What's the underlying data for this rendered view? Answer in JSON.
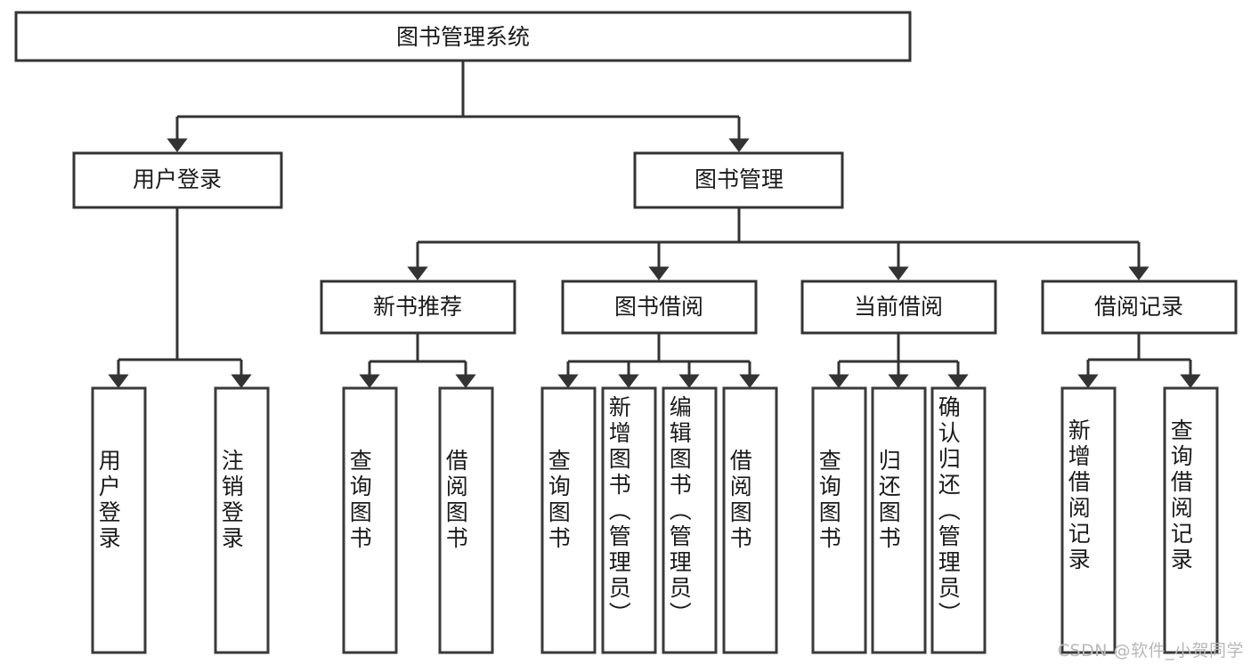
{
  "diagram": {
    "type": "hierarchy-tree",
    "title": "图书管理系统",
    "watermark": "CSDN @软件_小贺同学",
    "root": {
      "id": "root",
      "label": "图书管理系统"
    },
    "level2": [
      {
        "id": "user-login",
        "label": "用户登录"
      },
      {
        "id": "book-management",
        "label": "图书管理"
      }
    ],
    "level3": [
      {
        "id": "new-book-recommend",
        "label": "新书推荐",
        "parent": "book-management"
      },
      {
        "id": "book-borrow",
        "label": "图书借阅",
        "parent": "book-management"
      },
      {
        "id": "current-borrow",
        "label": "当前借阅",
        "parent": "book-management"
      },
      {
        "id": "borrow-record",
        "label": "借阅记录",
        "parent": "book-management"
      }
    ],
    "leaves": {
      "user-login": [
        {
          "id": "leaf-user-login",
          "label": "用户登录"
        },
        {
          "id": "leaf-user-logout",
          "label": "注销登录"
        }
      ],
      "new-book-recommend": [
        {
          "id": "leaf-query-book-1",
          "label": "查询图书"
        },
        {
          "id": "leaf-borrow-book-1",
          "label": "借阅图书"
        }
      ],
      "book-borrow": [
        {
          "id": "leaf-query-book-2",
          "label": "查询图书"
        },
        {
          "id": "leaf-add-book",
          "label": "新增图书（管理员）"
        },
        {
          "id": "leaf-edit-book",
          "label": "编辑图书（管理员）"
        },
        {
          "id": "leaf-borrow-book-2",
          "label": "借阅图书"
        }
      ],
      "current-borrow": [
        {
          "id": "leaf-query-book-3",
          "label": "查询图书"
        },
        {
          "id": "leaf-return-book",
          "label": "归还图书"
        },
        {
          "id": "leaf-confirm-return",
          "label": "确认归还（管理员）"
        }
      ],
      "borrow-record": [
        {
          "id": "leaf-add-record",
          "label": "新增借阅记录"
        },
        {
          "id": "leaf-query-record",
          "label": "查询借阅记录"
        }
      ]
    },
    "colors": {
      "stroke": "#333333",
      "fill": "#ffffff",
      "text": "#1a1a1a",
      "watermark": "#b8b8b8"
    }
  }
}
